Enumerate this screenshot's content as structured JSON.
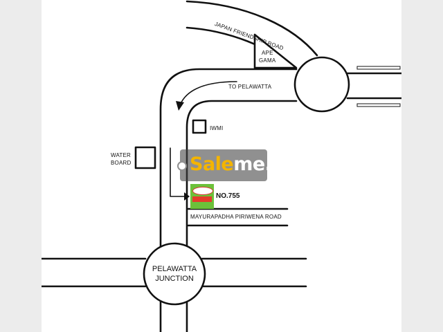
{
  "labels": {
    "japan_friendship_road": "JAPAN FRIENDSHIP ROAD",
    "ape_gama_line1": "APE",
    "ape_gama_line2": "GAMA",
    "to_pelawatta": "TO PELAWATTA",
    "iwmi": "IWMI",
    "water_board_line1": "WATER",
    "water_board_line2": "BOARD",
    "no_755": "NO.755",
    "mayurapadha_road": "MAYURAPADHA PIRIWENA ROAD",
    "pelawatta_junction_line1": "PELAWATTA",
    "pelawatta_junction_line2": "JUNCTION"
  },
  "watermark": {
    "brand_part1": "Sale",
    "brand_part2": "me.lk"
  },
  "colors": {
    "road_stroke": "#111111",
    "shop_green": "#6cc13a",
    "watermark_accent": "#f4b400"
  }
}
